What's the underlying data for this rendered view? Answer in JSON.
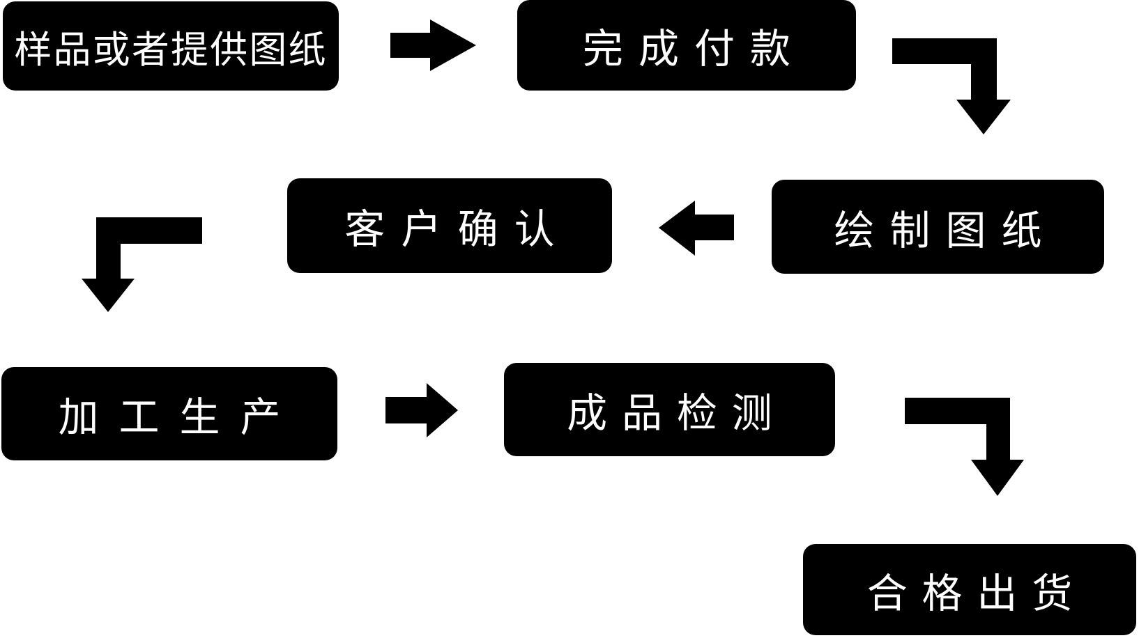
{
  "colors": {
    "canvas_bg": "#ffffff",
    "node_bg": "#000000",
    "node_text": "#ffffff",
    "arrow": "#000000"
  },
  "diagram": {
    "type": "flowchart",
    "layout": "boustrophedon-4-rows",
    "nodes": [
      {
        "id": "sample-or-drawing",
        "label": "样品或者提供图纸",
        "step": 1
      },
      {
        "id": "complete-payment",
        "label": "完成付款",
        "step": 2
      },
      {
        "id": "customer-confirm",
        "label": "客户确认",
        "step": 4
      },
      {
        "id": "draw-drawings",
        "label": "绘制图纸",
        "step": 3
      },
      {
        "id": "processing-production",
        "label": "加工生产",
        "step": 5
      },
      {
        "id": "finished-inspection",
        "label": "成品检测",
        "step": 6
      },
      {
        "id": "qualified-shipment",
        "label": "合格出货",
        "step": 7
      }
    ],
    "edges": [
      {
        "from": "sample-or-drawing",
        "to": "complete-payment",
        "shape": "straight-right"
      },
      {
        "from": "complete-payment",
        "to": "draw-drawings",
        "shape": "elbow-right-then-down"
      },
      {
        "from": "draw-drawings",
        "to": "customer-confirm",
        "shape": "straight-left"
      },
      {
        "from": "customer-confirm",
        "to": "processing-production",
        "shape": "elbow-down-on-left"
      },
      {
        "from": "processing-production",
        "to": "finished-inspection",
        "shape": "straight-right"
      },
      {
        "from": "finished-inspection",
        "to": "qualified-shipment",
        "shape": "elbow-right-then-down"
      }
    ]
  }
}
